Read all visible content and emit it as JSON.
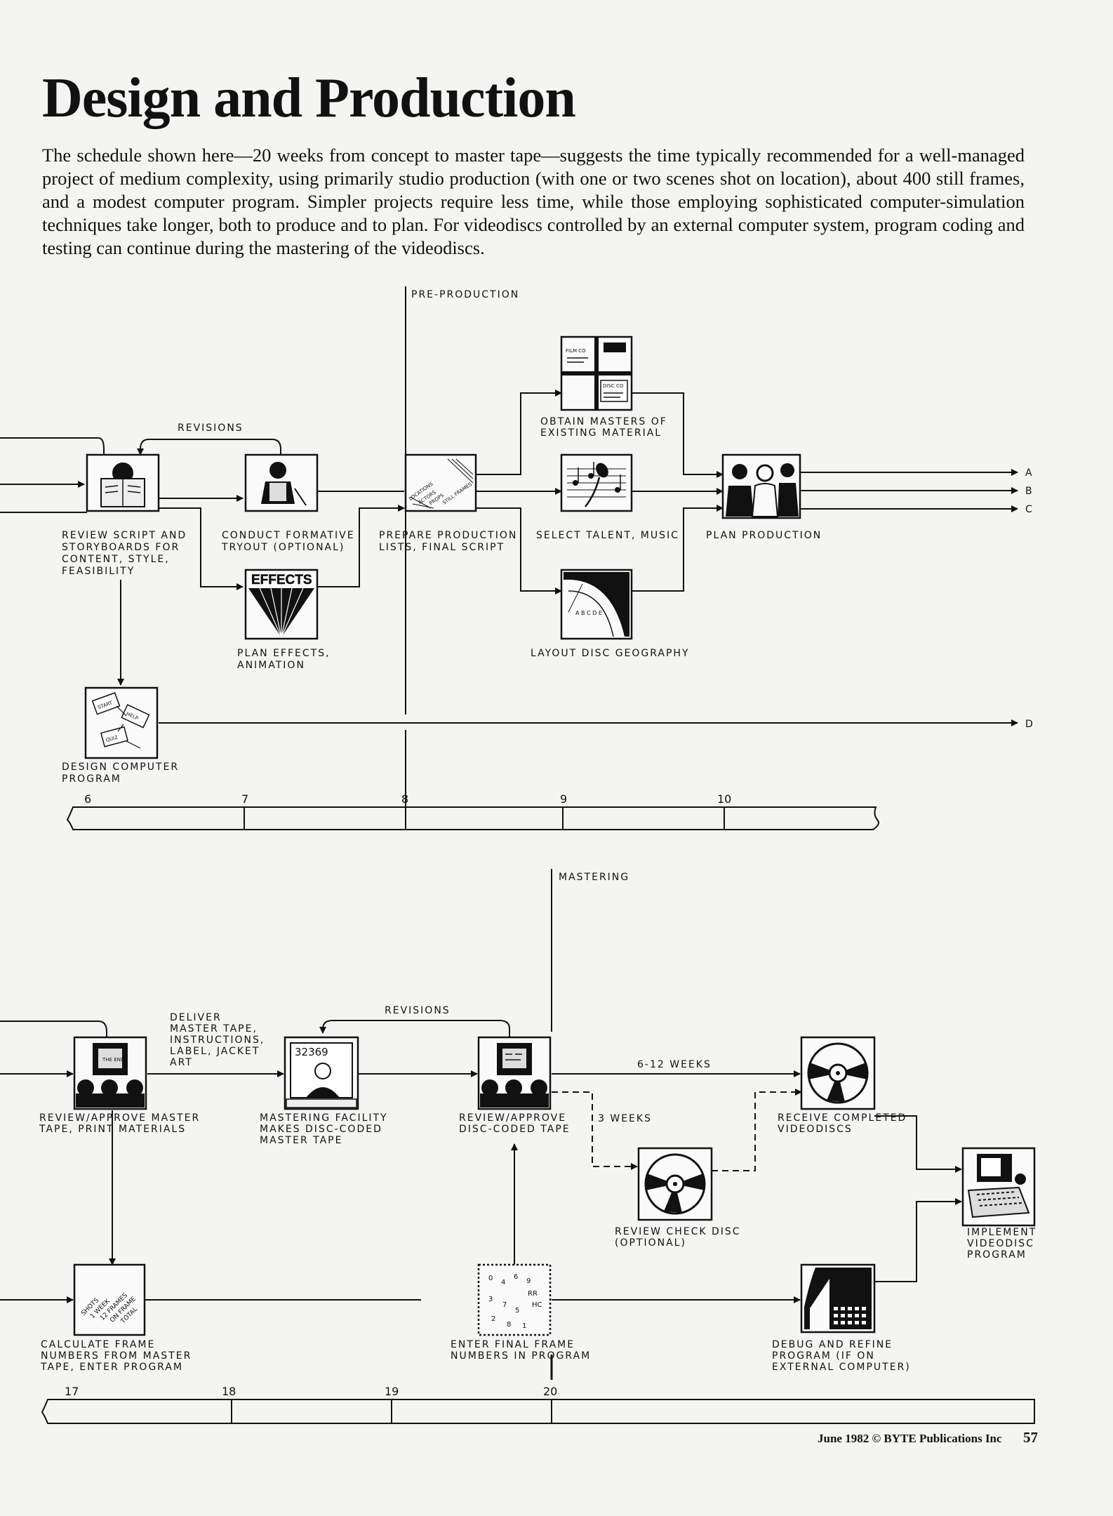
{
  "title": "Design and Production",
  "intro": "The schedule shown here—20 weeks from concept to master tape—suggests the time typically recommended for a well-managed project of medium complexity, using primarily studio production (with one or two scenes shot on location), about 400 still frames, and a modest computer program. Simpler projects require less time, while those employing sophisticated computer-simulation techniques take longer, both to produce and to plan. For videodiscs controlled by an external computer system, program coding and testing can continue during the mastering of the videodiscs.",
  "phases": {
    "preproduction": "PRE-PRODUCTION",
    "mastering": "MASTERING"
  },
  "flow_labels": {
    "revisions": "REVISIONS",
    "deliver": [
      "DELIVER",
      "MASTER TAPE,",
      "INSTRUCTIONS,",
      "LABEL, JACKET",
      "ART"
    ],
    "weeks_6_12": "6-12 WEEKS",
    "weeks_3": "3 WEEKS"
  },
  "outputs": [
    "A",
    "B",
    "C",
    "D"
  ],
  "steps": {
    "review_script": [
      "REVIEW SCRIPT AND",
      "STORYBOARDS FOR",
      "CONTENT, STYLE,",
      "FEASIBILITY"
    ],
    "formative_tryout": [
      "CONDUCT FORMATIVE",
      "TRYOUT (OPTIONAL)"
    ],
    "plan_effects": [
      "PLAN EFFECTS,",
      "ANIMATION"
    ],
    "production_lists": [
      "PREPARE PRODUCTION",
      "LISTS, FINAL SCRIPT"
    ],
    "obtain_masters": [
      "OBTAIN MASTERS OF",
      "EXISTING MATERIAL"
    ],
    "select_talent": [
      "SELECT TALENT, MUSIC"
    ],
    "layout_disc": [
      "LAYOUT DISC GEOGRAPHY"
    ],
    "plan_production": [
      "PLAN PRODUCTION"
    ],
    "design_program": [
      "DESIGN COMPUTER",
      "PROGRAM"
    ],
    "review_master": [
      "REVIEW/APPROVE MASTER",
      "TAPE, PRINT MATERIALS"
    ],
    "mastering_facility": [
      "MASTERING FACILITY",
      "MAKES DISC-CODED",
      "MASTER TAPE"
    ],
    "review_disc_tape": [
      "REVIEW/APPROVE",
      "DISC-CODED TAPE"
    ],
    "receive_discs": [
      "RECEIVE COMPLETED",
      "VIDEODISCS"
    ],
    "review_check_disc": [
      "REVIEW CHECK DISC",
      "(OPTIONAL)"
    ],
    "implement": [
      "IMPLEMENT",
      "VIDEODISC",
      "PROGRAM"
    ],
    "calculate_frames": [
      "CALCULATE FRAME",
      "NUMBERS FROM MASTER",
      "TAPE, ENTER PROGRAM"
    ],
    "enter_frames": [
      "ENTER FINAL FRAME",
      "NUMBERS IN PROGRAM"
    ],
    "debug": [
      "DEBUG AND REFINE",
      "PROGRAM (IF ON",
      "EXTERNAL COMPUTER)"
    ]
  },
  "icon_text": {
    "film_co": "FILM CO",
    "disc_co": "DISC CO",
    "effects": "EFFECTS",
    "abcde": "A B C D E",
    "the_end": "THE END",
    "frame_num": "32369",
    "notes": [
      "START",
      "HELP",
      "QUIZ"
    ],
    "lists": [
      "LOCATIONS",
      "ACTORS",
      "PROPS",
      "STILL FRAMES"
    ],
    "code_sheet": [
      "0",
      "4",
      "6",
      "9",
      "RR",
      "HC",
      "3",
      "7",
      "5",
      "2",
      "8",
      "1"
    ],
    "scribble": [
      "SHOTS",
      "1 WEEK",
      "12 FRAMES",
      "ON FRAME",
      "TOTAL"
    ]
  },
  "timeline_top": [
    "6",
    "7",
    "8",
    "9",
    "10"
  ],
  "timeline_bottom": [
    "17",
    "18",
    "19",
    "20"
  ],
  "footer": "June 1982 © BYTE Publications Inc",
  "page_number": "57"
}
